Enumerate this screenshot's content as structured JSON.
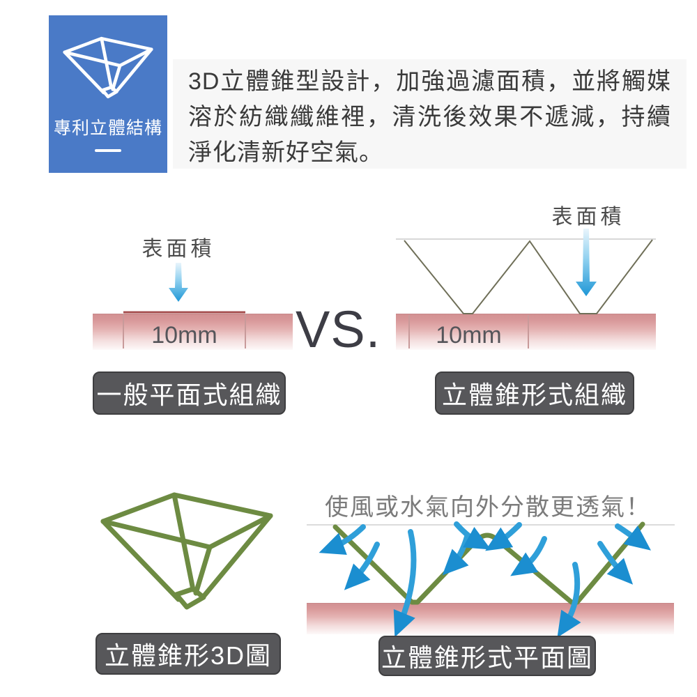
{
  "badge": {
    "label": "專利立體結構",
    "icon": "cone-wireframe-icon",
    "bg_color": "#4a7ac7"
  },
  "description": "3D立體錐型設計，加強過濾面積，並將觸媒溶於紡織纖維裡，清洗後效果不遞減，持續淨化清新好空氣。",
  "comparison": {
    "vs": "VS.",
    "left": {
      "surface_label": "表面積",
      "measure": "10mm",
      "caption": "一般平面式組織"
    },
    "right": {
      "surface_label": "表面積",
      "measure": "10mm",
      "caption": "立體錐形式組織"
    }
  },
  "bottom": {
    "cone_caption": "立體錐形3D圖",
    "flow_title": "使風或水氣向外分散更透氣！",
    "flow_caption": "立體錐形式平面圖"
  },
  "colors": {
    "badge_blue": "#4a7ac7",
    "panel_gray": "#f7f7f7",
    "text_dark": "#3a3a3a",
    "caption_bg": "#57575a",
    "fabric_pink": "#d29092",
    "cone_green": "#6d8b42",
    "zigzag_olive": "#6f6f58",
    "arrow_blue": "#2f9fd9",
    "arrow_head_blue": "#1b8ed0"
  }
}
